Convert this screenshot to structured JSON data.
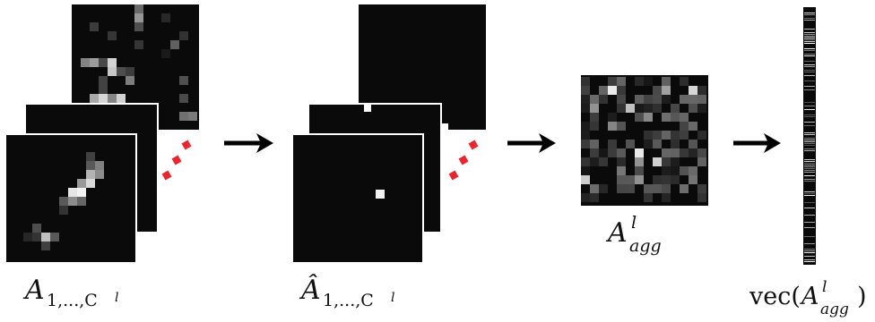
{
  "labels": {
    "input_A": "A",
    "input_A_sub": "1,...,C",
    "input_A_sub_sup": "l",
    "sparse_A_hat": "Â",
    "sparse_A_sub": "1,...,C",
    "sparse_A_sub_sup": "l",
    "agg_A": "A",
    "agg_sup": "l",
    "agg_sub": "agg",
    "vec_prefix": "vec(",
    "vec_A": "A",
    "vec_sup": "l",
    "vec_sub": "agg",
    "vec_suffix": ")"
  },
  "colors": {
    "background": "#ffffff",
    "map_dark": "#0a0a0a",
    "map_border": "#ffffff",
    "arrow": "#000000",
    "dots": "#e8262e"
  },
  "stages": [
    {
      "name": "feature-maps",
      "description_shown": false
    },
    {
      "name": "sparsified-maps",
      "description_shown": false
    },
    {
      "name": "aggregated-map",
      "description_shown": false
    },
    {
      "name": "vectorized-descriptor",
      "description_shown": false
    }
  ]
}
